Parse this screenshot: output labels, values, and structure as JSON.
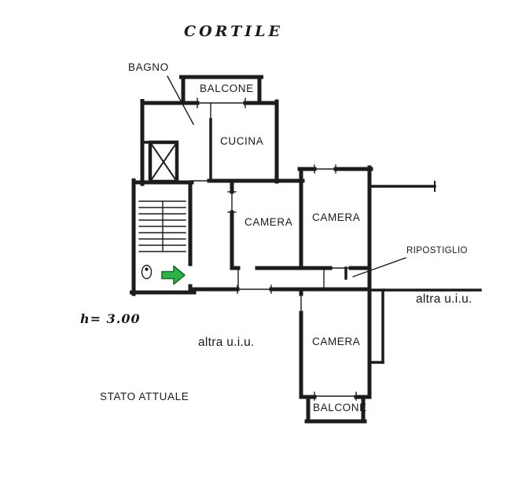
{
  "plan": {
    "labels": {
      "cortile": "CORTILE",
      "bagno": "BAGNO",
      "balcone_top": "BALCONE",
      "cucina": "CUCINA",
      "camera_mid_left": "CAMERA",
      "camera_mid_right": "CAMERA",
      "ripostiglio": "RIPOSTIGLIO",
      "altra_uiu_right": "altra u.i.u.",
      "height_note": "h= 3.00",
      "altra_uiu_left": "altra u.i.u.",
      "camera_bottom": "CAMERA",
      "stato": "STATO ATTUALE",
      "balcone_bottom": "BALCONE"
    },
    "colors": {
      "ink": "#1c1c1c",
      "arrow_fill": "#2eb34a",
      "arrow_stroke": "#176b2b"
    }
  }
}
